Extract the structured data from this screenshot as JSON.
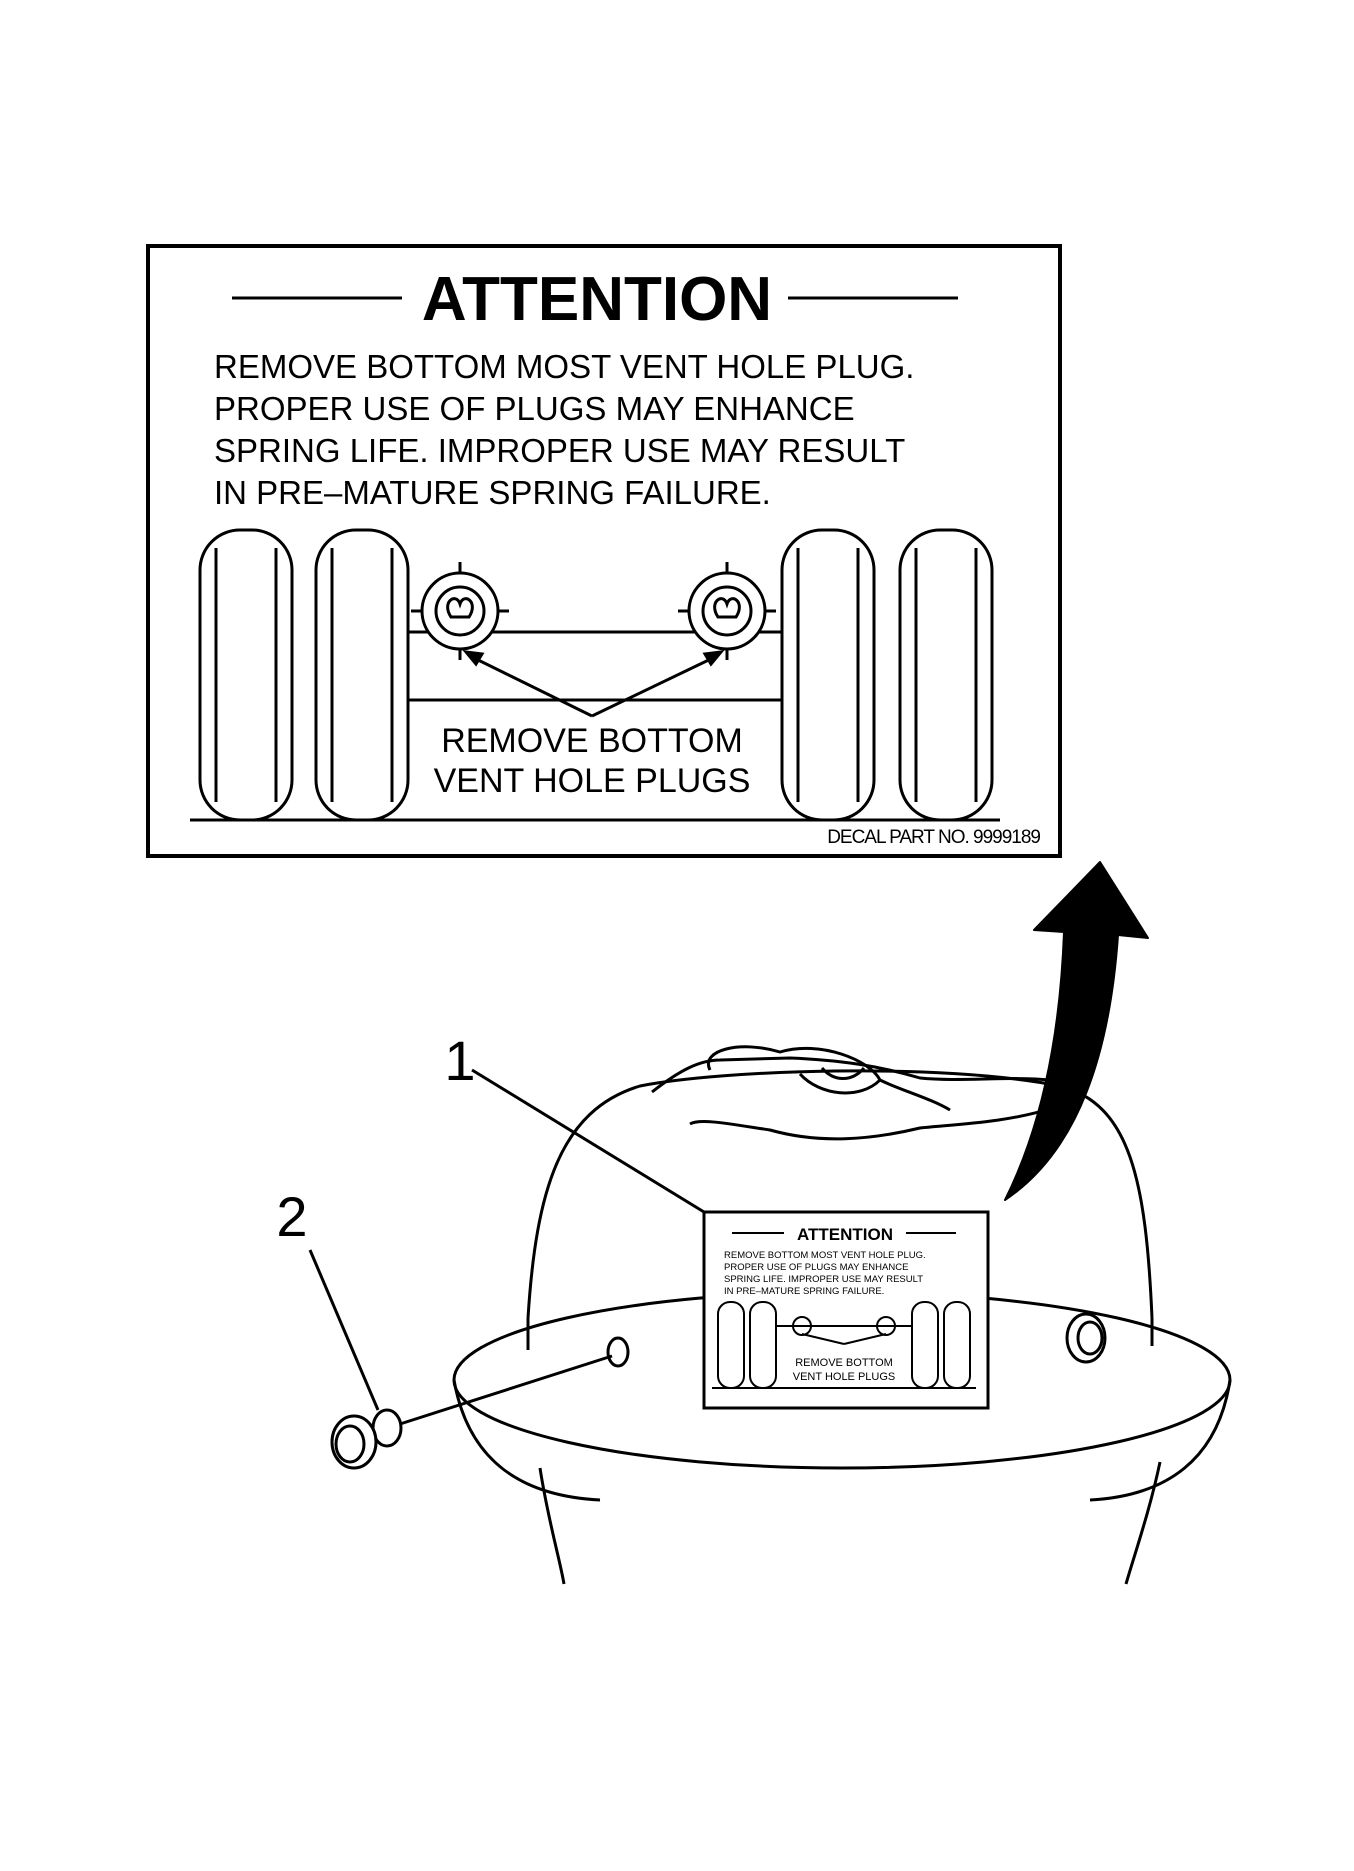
{
  "decal": {
    "title": "ATTENTION",
    "lines": [
      "REMOVE BOTTOM MOST VENT HOLE PLUG.",
      "PROPER USE OF PLUGS MAY ENHANCE",
      "SPRING LIFE.  IMPROPER USE MAY RESULT",
      "IN PRE–MATURE SPRING FAILURE."
    ],
    "callout_lines": [
      "REMOVE BOTTOM",
      "VENT HOLE PLUGS"
    ],
    "part_number": "DECAL PART NO. 9999189"
  },
  "callouts": {
    "item_1": "1",
    "item_2": "2"
  },
  "colors": {
    "ink": "#000000",
    "paper": "#ffffff"
  }
}
